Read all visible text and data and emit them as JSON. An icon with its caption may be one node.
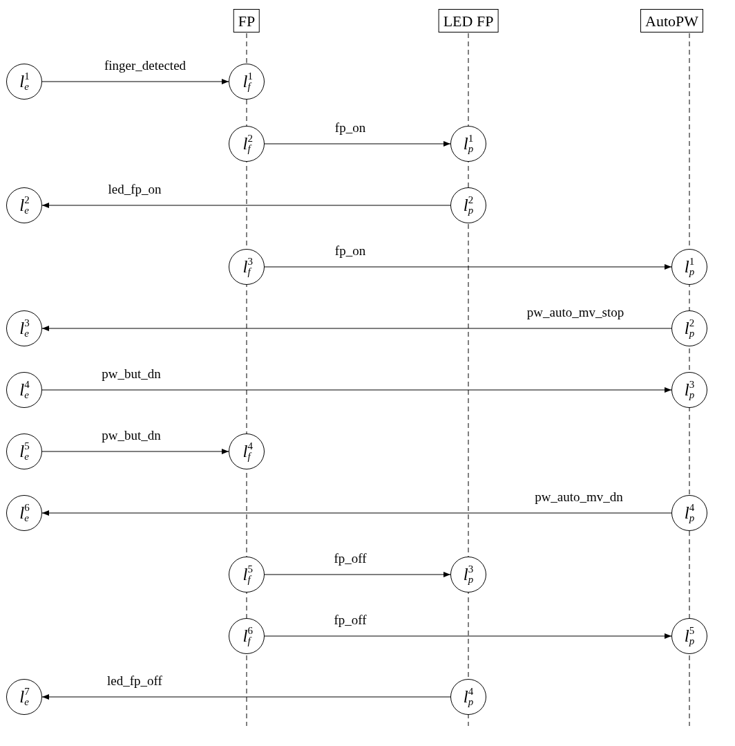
{
  "diagram": {
    "nodes": [
      {
        "text": [
          "FP"
        ]
      },
      {
        "text": [
          "LED FP"
        ]
      },
      {
        "text": [
          "AutoPW"
        ]
      },
      {
        "text": [
          "l$^{1}$$_{e}$"
        ]
      },
      {
        "text": [
          "l$^{1}$$_{f}$"
        ]
      },
      {
        "text": [
          "l$^{2}$$_{f}$"
        ]
      },
      {
        "text": [
          "l$^{1}$$_{p}$"
        ]
      },
      {
        "text": [
          "l$^{2}$$_{e}$"
        ]
      },
      {
        "text": [
          "l$^{2}$$_{p}$"
        ]
      },
      {
        "text": [
          "l$^{3}$$_{f}$"
        ]
      },
      {
        "text": [
          "l$^{1}$$_{p}$"
        ]
      },
      {
        "text": [
          "l$^{3}$$_{e}$"
        ]
      },
      {
        "text": [
          "l$^{2}$$_{p}$"
        ]
      },
      {
        "text": [
          "l$^{4}$$_{e}$"
        ]
      },
      {
        "text": [
          "l$^{3}$$_{p}$"
        ]
      },
      {
        "text": [
          "l$^{5}$$_{e}$"
        ]
      },
      {
        "text": [
          "l$^{4}$$_{f}$"
        ]
      },
      {
        "text": [
          "l$^{6}$$_{e}$"
        ]
      },
      {
        "text": [
          "l$^{4}$$_{p}$"
        ]
      },
      {
        "text": [
          "l$^{5}$$_{f}$"
        ]
      },
      {
        "text": [
          "l$^{3}$$_{p}$"
        ]
      },
      {
        "text": [
          "l$^{6}$$_{f}$"
        ]
      },
      {
        "text": [
          "l$^{5}$$_{p}$"
        ]
      },
      {
        "text": [
          "l$^{7}$$_{e}$"
        ]
      },
      {
        "text": [
          "l$^{4}$$_{p}$"
        ]
      }
    ],
    "edges": [
      {
        "from": 3,
        "to": 4,
        "arrow": "to",
        "label": "finger_detected"
      },
      {
        "from": 5,
        "to": 6,
        "arrow": "to",
        "label": "fp_on"
      },
      {
        "from": 8,
        "to": 7,
        "arrow": "to",
        "label": "led_fp_on"
      },
      {
        "from": 9,
        "to": 10,
        "arrow": "to",
        "label": "fp_on"
      },
      {
        "from": 12,
        "to": 11,
        "arrow": "to",
        "label": "pw_auto_mv_stop"
      },
      {
        "from": 13,
        "to": 14,
        "arrow": "to",
        "label": "pw_but_dn"
      },
      {
        "from": 15,
        "to": 16,
        "arrow": "to",
        "label": "pw_but_dn"
      },
      {
        "from": 18,
        "to": 17,
        "arrow": "to",
        "label": "pw_auto_mv_dn"
      },
      {
        "from": 19,
        "to": 20,
        "arrow": "to",
        "label": "fp_off"
      },
      {
        "from": 21,
        "to": 22,
        "arrow": "to",
        "label": "fp_off"
      },
      {
        "from": 24,
        "to": 23,
        "arrow": "to",
        "label": "led_fp_off"
      }
    ]
  }
}
